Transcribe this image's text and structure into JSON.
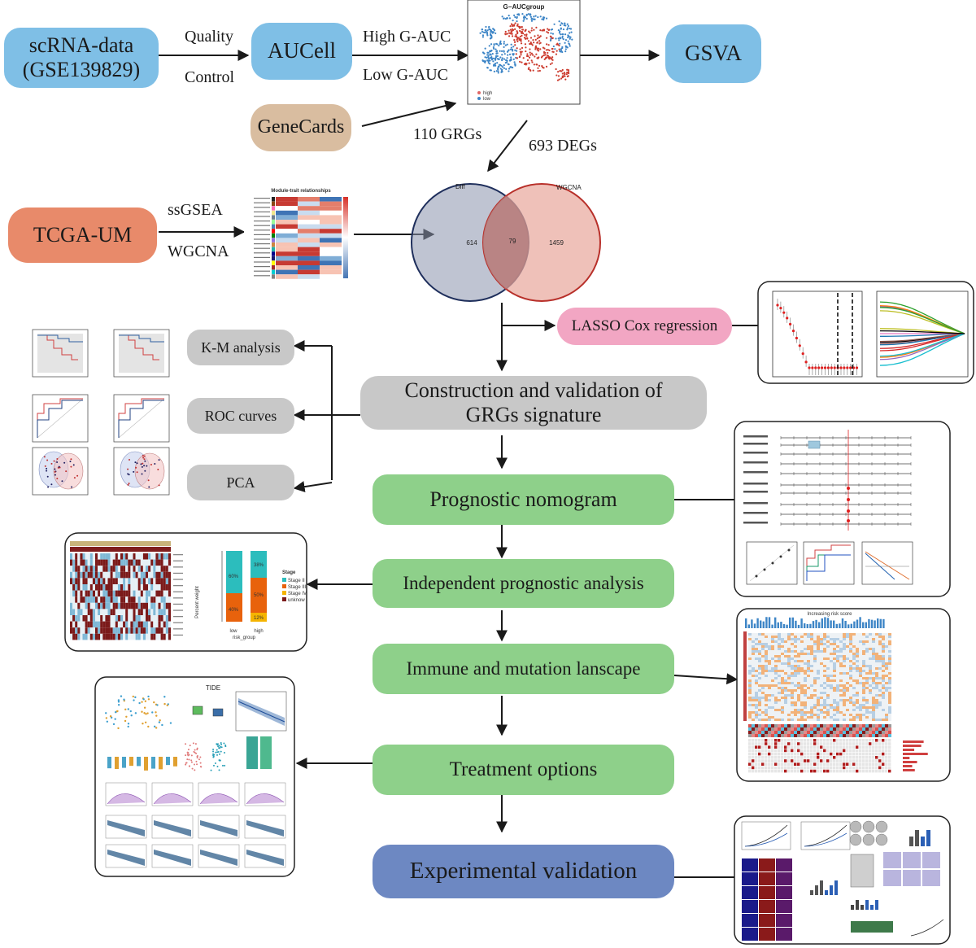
{
  "nodes": {
    "scrna": {
      "line1": "scRNA-data",
      "line2": "(GSE139829)"
    },
    "aucell": "AUCell",
    "gsva": "GSVA",
    "genecards": "GeneCards",
    "tcga": "TCGA-UM",
    "lasso": "LASSO Cox regression",
    "km": "K-M analysis",
    "roc": "ROC curves",
    "pca": "PCA",
    "construction": {
      "line1": "Construction and validation of",
      "line2": "GRGs signature"
    },
    "nomogram": "Prognostic nomogram",
    "independent": "Independent prognostic analysis",
    "immune": "Immune and mutation lanscape",
    "treatment": "Treatment options",
    "experimental": "Experimental validation"
  },
  "edge_labels": {
    "quality": "Quality",
    "control": "Control",
    "high_gauc": "High G-AUC",
    "low_gauc": "Low G-AUC",
    "grgs": "110 GRGs",
    "degs": "693 DEGs",
    "ssgsea": "ssGSEA",
    "wgcna": "WGCNA"
  },
  "umap": {
    "title": "G−AUCgroup",
    "legend": [
      "high",
      "low"
    ]
  },
  "venn": {
    "left_label": "Diff",
    "right_label": "WGCNA",
    "left_only": "614",
    "overlap": "79",
    "right_only": "1459"
  },
  "heatmap": {
    "title": "Module-trait relationships"
  },
  "stage_chart": {
    "legend_title": "Stage",
    "legend": [
      "Stage II",
      "Stage III",
      "Stage IV",
      "unknow"
    ],
    "xlabel": "risk_group",
    "ylabel": "Percent weight",
    "categories": [
      "low",
      "high"
    ],
    "labels_low": [
      "60%",
      "40%"
    ],
    "labels_high": [
      "38%",
      "50%",
      "12%"
    ]
  },
  "tide": {
    "title": "TIDE"
  },
  "immune_panel": {
    "title": "Increasing risk score"
  },
  "colors": {
    "blue_box": "#7fbfe6",
    "tan_box": "#d9bda0",
    "salmon_box": "#e88a6a",
    "pink_box": "#f2a6c3",
    "grey_box": "#c8c8c8",
    "green_box": "#8ed08a",
    "navy_box": "#6d88c2",
    "venn_left": "#8a94ad",
    "venn_right": "#e8a79b",
    "venn_overlap": "#b57f80"
  }
}
